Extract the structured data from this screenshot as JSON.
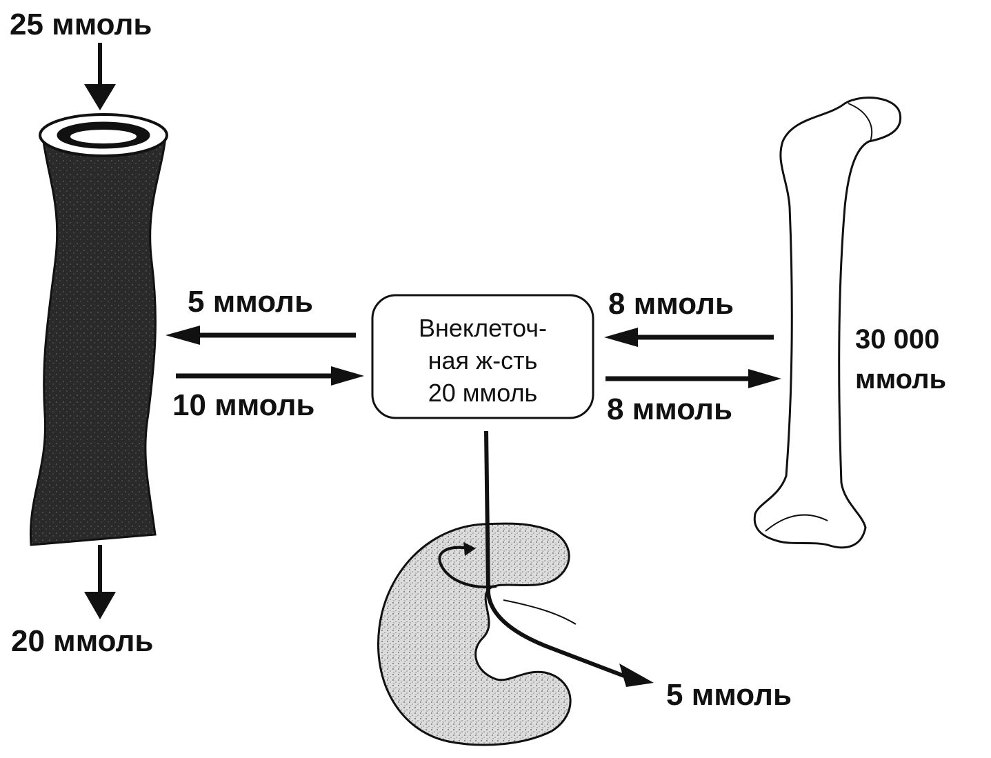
{
  "intestine": {
    "intake_label": "25 ммоль",
    "excretion_label": "20 ммоль"
  },
  "flows_gut": {
    "to_gut_label": "5 ммоль",
    "from_gut_label": "10 ммоль"
  },
  "ecf_box": {
    "line1": "Внеклеточ-",
    "line2": "ная ж-сть",
    "line3": "20 ммоль"
  },
  "flows_bone": {
    "from_bone_label": "8 ммоль",
    "to_bone_label": "8 ммоль"
  },
  "bone": {
    "store_line1": "30 000",
    "store_line2": "ммоль"
  },
  "kidney": {
    "excretion_label": "5 ммоль"
  },
  "colors": {
    "ink": "#111111",
    "intestine_fill": "#2a2a2a",
    "kidney_fill": "#d9d9d9"
  }
}
